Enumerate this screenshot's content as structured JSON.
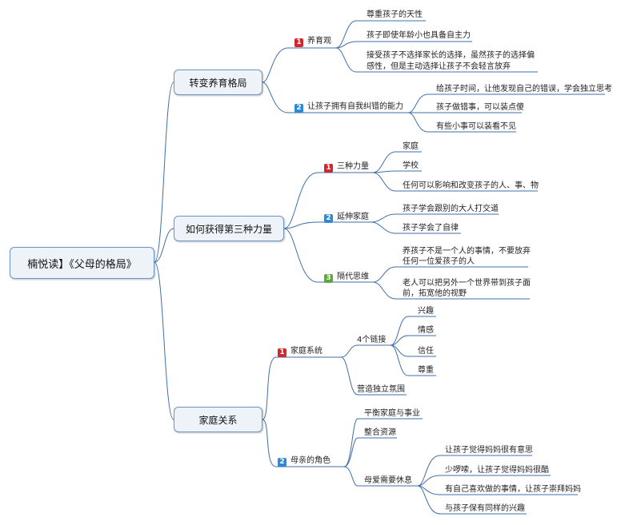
{
  "root": {
    "label": "楠悦读】《父母的格局》"
  },
  "branches": [
    {
      "label": "转变养育格局",
      "children": [
        {
          "num": "1",
          "label": "养育观",
          "children": [
            "尊重孩子的天性",
            "孩子即使年龄小也具备自主力",
            "接受孩子不选择家长的选择，虽然孩子的选择偏感性，但是主动选择让孩子不会轻言放弃"
          ]
        },
        {
          "num": "2",
          "label": "让孩子拥有自我纠错的能力",
          "children": [
            "给孩子时间，让他发现自己的错误，学会独立思考",
            "孩子做错事，可以装点傻",
            "有些小事可以装看不见"
          ]
        }
      ]
    },
    {
      "label": "如何获得第三种力量",
      "children": [
        {
          "num": "1",
          "label": "三种力量",
          "children": [
            "家庭",
            "学校",
            "任何可以影响和改变孩子的人、事、物"
          ]
        },
        {
          "num": "2",
          "label": "延伸家庭",
          "children": [
            "孩子学会跟别的大人打交道",
            "孩子学会了自律"
          ]
        },
        {
          "num": "3",
          "label": "隔代思维",
          "children": [
            "养孩子不是一个人的事情，不要放弃任何一位爱孩子的人",
            "老人可以把另外一个世界带到孩子面前，拓宽他的视野"
          ]
        }
      ]
    },
    {
      "label": "家庭关系",
      "children": [
        {
          "num": "1",
          "label": "家庭系统",
          "children": [
            {
              "label": "4个链接",
              "children": [
                "兴趣",
                "情感",
                "信任",
                "尊重"
              ]
            },
            {
              "label": "营造独立氛围"
            }
          ]
        },
        {
          "num": "2",
          "label": "母亲的角色",
          "children": [
            {
              "label": "平衡家庭与事业"
            },
            {
              "label": "整合资源"
            },
            {
              "label": "母爱需要休息",
              "children": [
                "让孩子觉得妈妈很有意思",
                "少啰嗦，让孩子觉得妈妈很酷",
                "有自己喜欢做的事情，让孩子崇拜妈妈",
                "与孩子保有同样的兴趣"
              ]
            }
          ]
        }
      ]
    }
  ],
  "colors": {
    "line": "#3f6fa8",
    "badge_red": "#d0282c",
    "badge_blue": "#2e8ad6",
    "badge_green": "#5da83a"
  }
}
